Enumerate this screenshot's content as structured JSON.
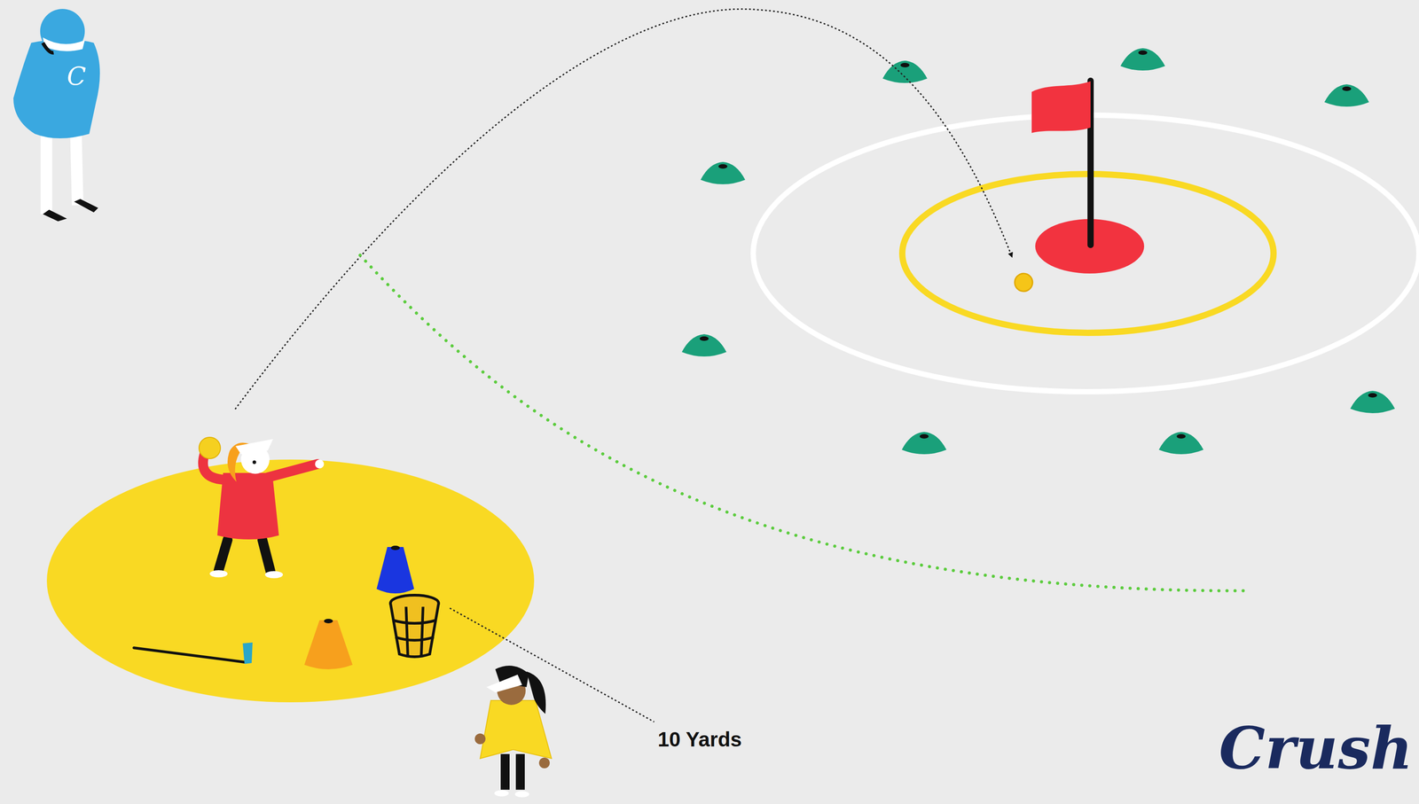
{
  "diagram": {
    "labels": [
      "10 Yards",
      "C",
      "Crush"
    ]
  }
}
